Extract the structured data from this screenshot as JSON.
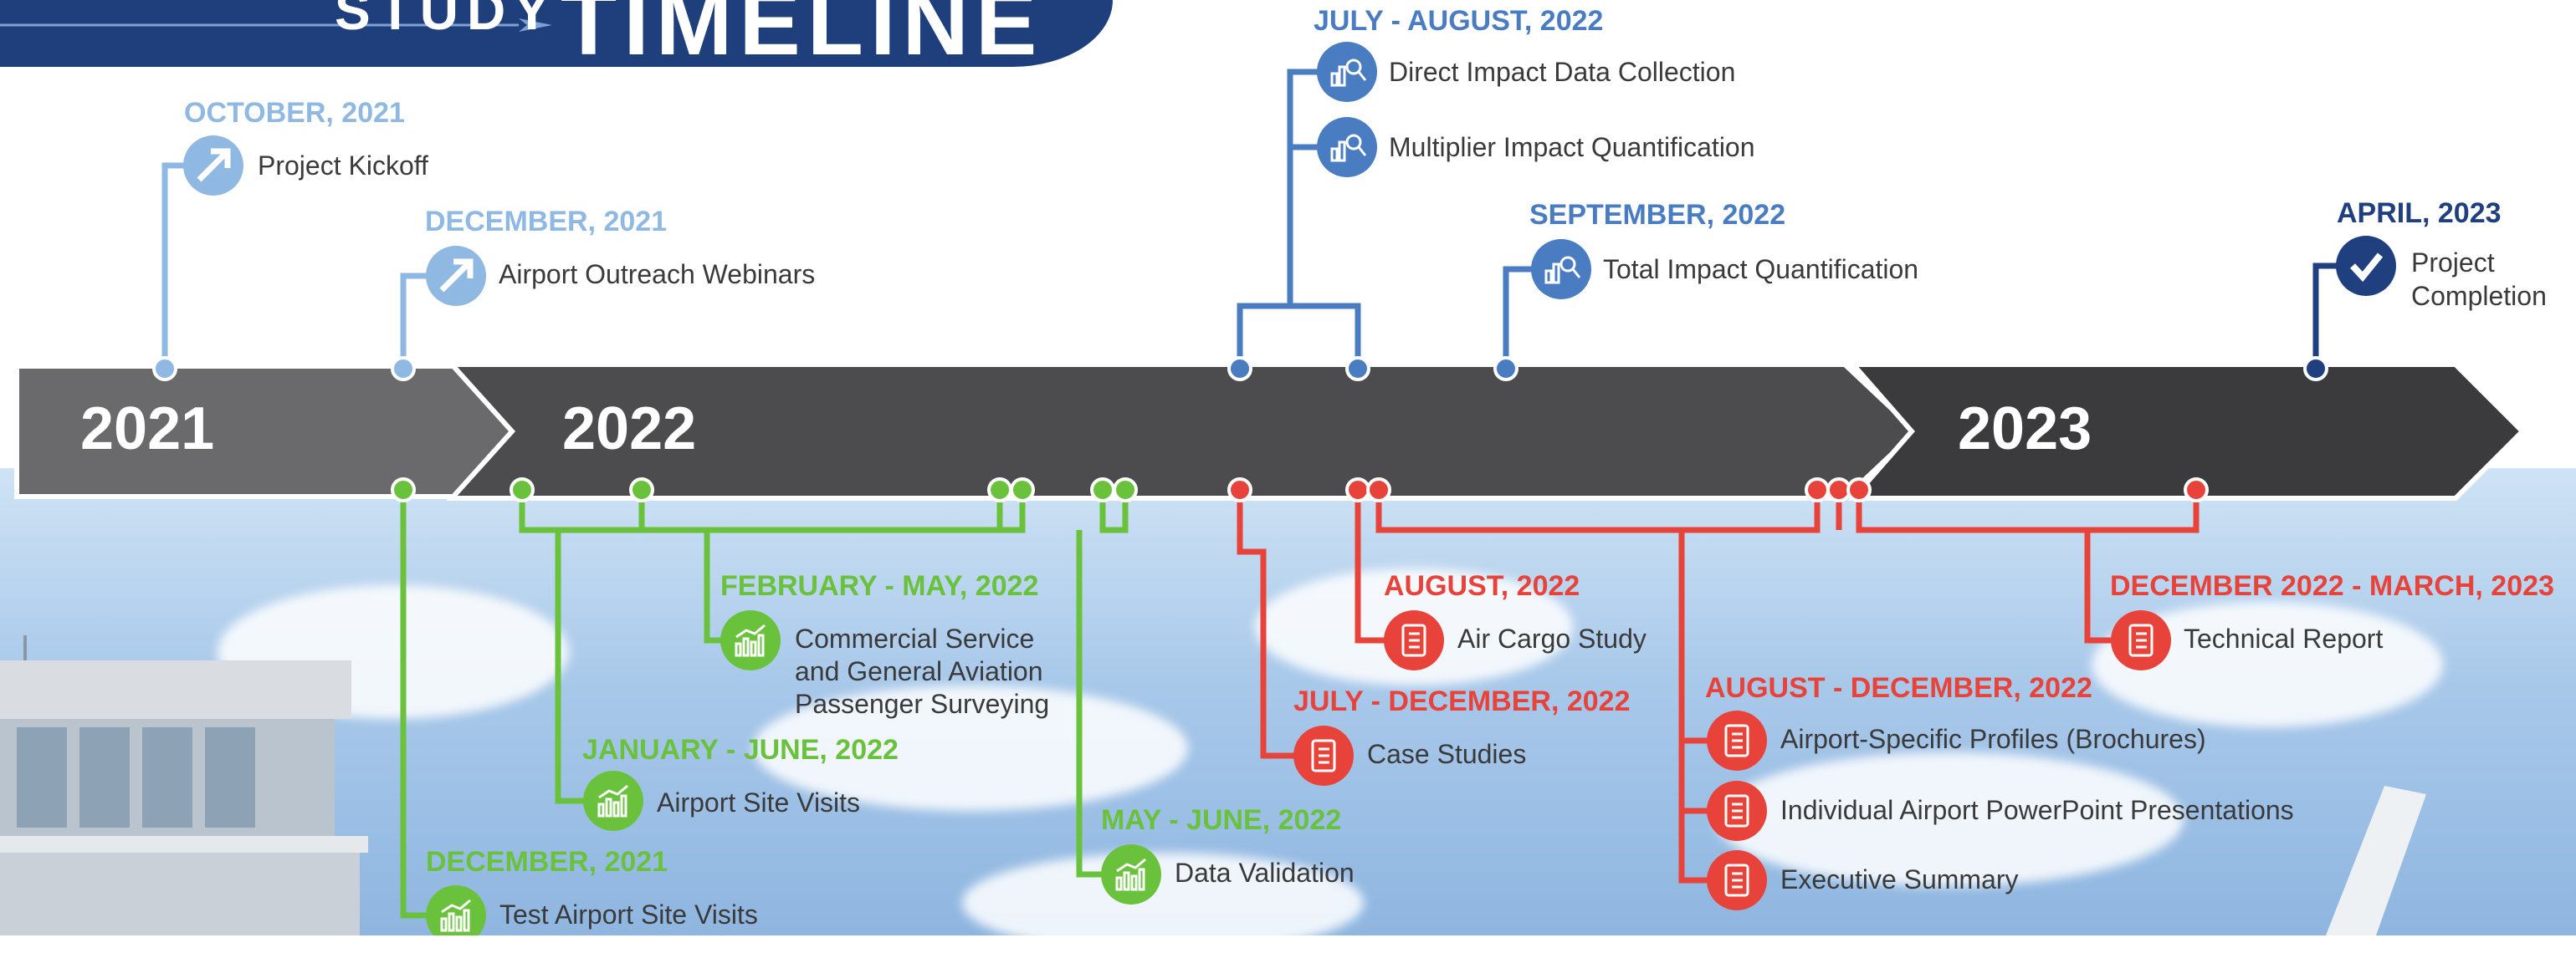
{
  "title": {
    "line1": "STUDY",
    "line2": "TIMELINE"
  },
  "colors": {
    "light_blue": "#8fb8e3",
    "mid_blue": "#4a7cc2",
    "dark_blue": "#1f3f7f",
    "green": "#6ac23c",
    "red": "#e8433a",
    "arrow_2021": "#6a6a6c",
    "arrow_2022": "#4c4c4e",
    "arrow_2023": "#3b3b3d"
  },
  "years": [
    "2021",
    "2022",
    "2023"
  ],
  "above": [
    {
      "date": "OCTOBER, 2021",
      "label": "Project Kickoff",
      "icon": "arrow-icon"
    },
    {
      "date": "DECEMBER, 2021",
      "label": "Airport Outreach Webinars",
      "icon": "arrow-icon"
    },
    {
      "date": "JULY - AUGUST, 2022",
      "labels": [
        "Direct Impact Data Collection",
        "Multiplier Impact Quantification"
      ],
      "icon": "chart-magnifier-icon"
    },
    {
      "date": "SEPTEMBER, 2022",
      "label": "Total Impact Quantification",
      "icon": "chart-magnifier-icon"
    },
    {
      "date": "APRIL, 2023",
      "labels": [
        "Project",
        "Completion"
      ],
      "icon": "checkmark-icon"
    }
  ],
  "below_green": [
    {
      "date": "FEBRUARY - MAY, 2022",
      "labels": [
        "Commercial Service",
        "and General Aviation",
        "Passenger Surveying"
      ],
      "icon": "growth-chart-icon"
    },
    {
      "date": "JANUARY - JUNE, 2022",
      "label": "Airport Site Visits",
      "icon": "growth-chart-icon"
    },
    {
      "date": "DECEMBER, 2021",
      "label": "Test Airport Site Visits",
      "icon": "growth-chart-icon"
    },
    {
      "date": "MAY - JUNE, 2022",
      "label": "Data Validation",
      "icon": "growth-chart-icon"
    }
  ],
  "below_red": [
    {
      "date": "AUGUST, 2022",
      "label": "Air Cargo Study",
      "icon": "notebook-icon"
    },
    {
      "date": "JULY - DECEMBER, 2022",
      "label": "Case Studies",
      "icon": "notebook-icon"
    },
    {
      "date": "AUGUST - DECEMBER, 2022",
      "labels": [
        "Airport-Specific Profiles (Brochures)",
        "Individual Airport PowerPoint Presentations",
        "Executive Summary"
      ],
      "icon": "notebook-icon"
    },
    {
      "date": "DECEMBER 2022 - MARCH, 2023",
      "label": "Technical Report",
      "icon": "notebook-icon"
    }
  ]
}
